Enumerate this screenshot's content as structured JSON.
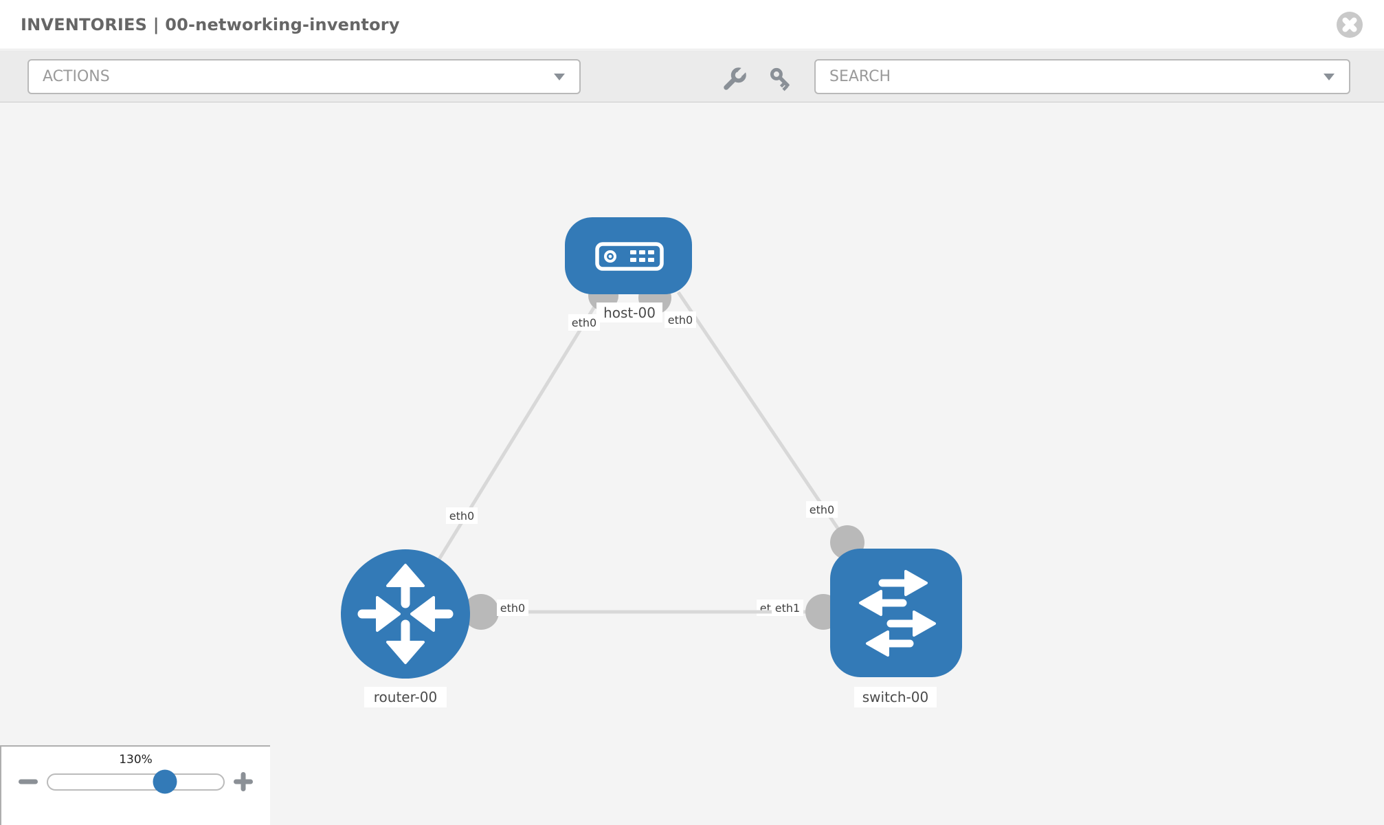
{
  "header": {
    "title": "INVENTORIES | 00-networking-inventory"
  },
  "toolbar": {
    "actions_label": "ACTIONS",
    "search_label": "SEARCH"
  },
  "topology": {
    "nodes": [
      {
        "id": "host-00",
        "type": "host",
        "label": "host-00"
      },
      {
        "id": "router-00",
        "type": "router",
        "label": "router-00"
      },
      {
        "id": "switch-00",
        "type": "switch",
        "label": "switch-00"
      }
    ],
    "links": [
      {
        "source": "host-00",
        "source_interface": "eth0",
        "target": "router-00",
        "target_interface": "eth0"
      },
      {
        "source": "host-00",
        "source_interface": "eth0",
        "target": "switch-00",
        "target_interface": "eth0"
      },
      {
        "source": "router-00",
        "source_interface": "eth0",
        "target": "switch-00",
        "target_interface": "eth1"
      }
    ],
    "interface_labels": [
      {
        "text": "eth0"
      },
      {
        "text": "eth0"
      },
      {
        "text": "eth0"
      },
      {
        "text": "eth0"
      },
      {
        "text": "eth0"
      },
      {
        "text": "eth0"
      },
      {
        "text": "eth1"
      }
    ]
  },
  "zoom_control": {
    "value": "130%",
    "percent": 66.5
  },
  "colors": {
    "node_blue": "#337ab7",
    "link_gray": "#d8d8d8",
    "interface_gray": "#b9b9b9",
    "canvas_bg": "#f4f4f4",
    "toolbar_bg": "#ebebeb"
  }
}
